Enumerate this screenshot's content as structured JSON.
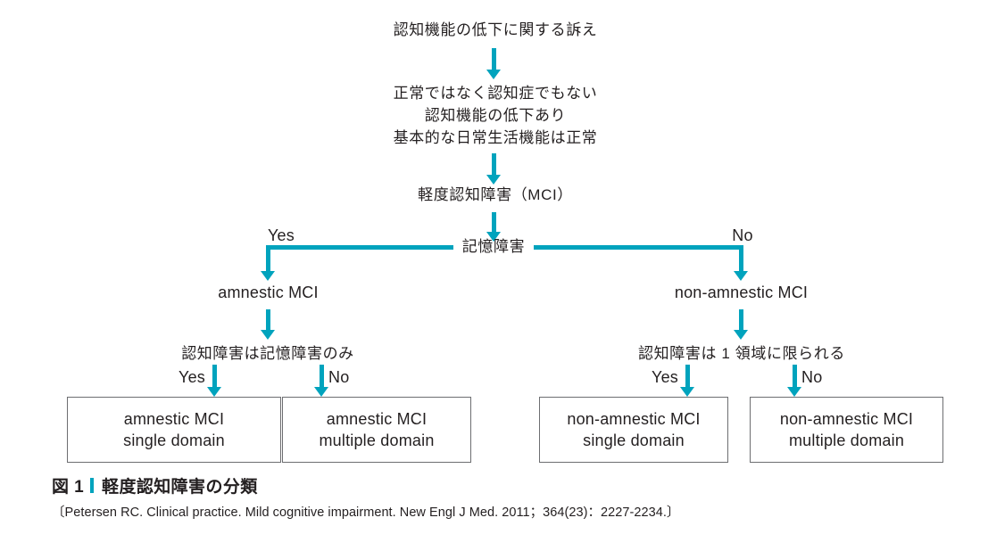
{
  "figure": {
    "type": "flowchart",
    "accent_color": "#00a3bd",
    "box_border_color": "#6d6e71",
    "text_color": "#231f20",
    "background": "#ffffff"
  },
  "nodes": {
    "complaint": "認知機能の低下に関する訴え",
    "criteria_line1": "正常ではなく認知症でもない",
    "criteria_line2": "認知機能の低下あり",
    "criteria_line3": "基本的な日常生活機能は正常",
    "mci": "軽度認知障害（MCI）",
    "memory_question": "記憶障害",
    "amnestic": "amnestic MCI",
    "non_amnestic": "non-amnestic MCI",
    "left_question": "認知障害は記憶障害のみ",
    "right_question": "認知障害は 1 領域に限られる"
  },
  "branch_labels": {
    "memory_yes": "Yes",
    "memory_no": "No",
    "left_yes": "Yes",
    "left_no": "No",
    "right_yes": "Yes",
    "right_no": "No"
  },
  "outcome_boxes": [
    {
      "line1": "amnestic MCI",
      "line2": "single domain"
    },
    {
      "line1": "amnestic MCI",
      "line2": "multiple domain"
    },
    {
      "line1": "non-amnestic MCI",
      "line2": "single domain"
    },
    {
      "line1": "non-amnestic MCI",
      "line2": "multiple domain"
    }
  ],
  "caption": {
    "figure_number": "図 1",
    "title": "軽度認知障害の分類",
    "source": "〔Petersen RC. Clinical practice. Mild cognitive impairment. New Engl J Med. 2011；364(23)：2227-2234.〕"
  }
}
